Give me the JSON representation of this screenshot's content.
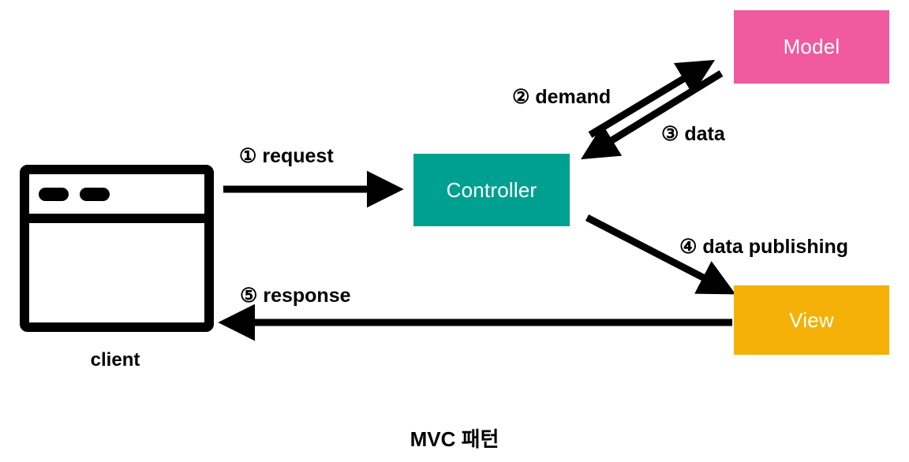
{
  "figure": {
    "title": "MVC 패턴",
    "background": "#ffffff"
  },
  "nodes": [
    {
      "id": "model",
      "label": "Model",
      "color": "#f05a9e",
      "text_color": "#ffffff"
    },
    {
      "id": "controller",
      "label": "Controller",
      "color": "#00a091",
      "text_color": "#ffffff"
    },
    {
      "id": "view",
      "label": "View",
      "color": "#f5b108",
      "text_color": "#ffffff"
    }
  ],
  "client": {
    "label": "client",
    "icon": "browser-window-icon",
    "color": "#000000"
  },
  "edges": [
    {
      "id": "request",
      "label": "① request",
      "from": "client",
      "to": "controller",
      "direction": "right"
    },
    {
      "id": "demand",
      "label": "② demand",
      "from": "controller",
      "to": "model",
      "direction": "up-right"
    },
    {
      "id": "data",
      "label": "③ data",
      "from": "model",
      "to": "controller",
      "direction": "down-left"
    },
    {
      "id": "publishing",
      "label": "④ data publishing",
      "from": "controller",
      "to": "view",
      "direction": "down-right"
    },
    {
      "id": "response",
      "label": "⑤ response",
      "from": "view",
      "to": "client",
      "direction": "left"
    }
  ],
  "colors": {
    "arrow": "#000000",
    "model": "#f05a9e",
    "controller": "#00a091",
    "view": "#f5b108"
  }
}
